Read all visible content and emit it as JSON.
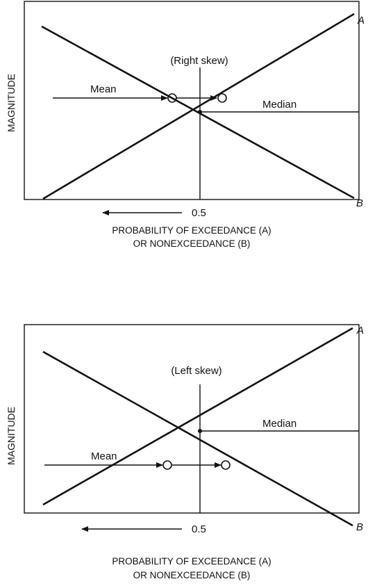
{
  "panels": [
    {
      "skew_label": "(Right skew)",
      "y_axis_label": "MAGNITUDE",
      "curve_a": "A",
      "curve_b": "B",
      "mean_label": "Mean",
      "median_label": "Median",
      "center_tick": "0.5",
      "x_label_line1": "PROBABILITY OF EXCEEDANCE (A)",
      "x_label_line2": "OR NONEXCEEDANCE (B)"
    },
    {
      "skew_label": "(Left skew)",
      "y_axis_label": "MAGNITUDE",
      "curve_a": "A",
      "curve_b": "B",
      "mean_label": "Mean",
      "median_label": "Median",
      "center_tick": "0.5",
      "x_label_line1": "PROBABILITY OF EXCEEDANCE (A)",
      "x_label_line2": "OR NONEXCEEDANCE (B)"
    }
  ],
  "colors": {
    "ink": "#111111",
    "background": "#ffffff"
  }
}
